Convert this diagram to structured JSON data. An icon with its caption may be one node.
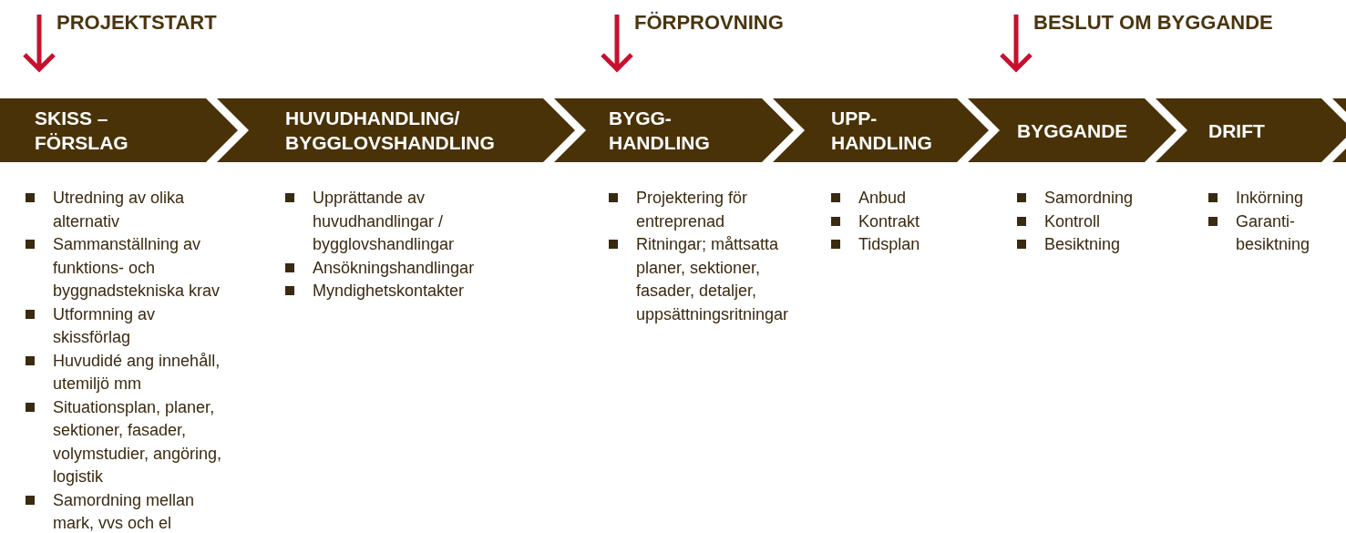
{
  "diagram": {
    "nodes": [
      {
        "text": [
          "PROJEKTSTART"
        ]
      },
      {
        "text": [
          "FÖRPROVNING"
        ]
      },
      {
        "text": [
          "BESLUT OM BYGGANDE"
        ]
      },
      {
        "text": [
          "SKISS – FÖRSLAG"
        ],
        "beside": [
          "Utredning av olika alternativ",
          "Sammanställning av funktions- och byggnadstekniska krav",
          "Utformning av skissförlag",
          "Huvudidé ang innehåll, utemiljö mm",
          "Situationsplan, planer, sektioner, fasader, volymstudier, angöring, logistik",
          "Samordning mellan mark, vvs och el"
        ]
      },
      {
        "text": [
          "HUVUDHANDLING/ BYGGLOVSHANDLING"
        ],
        "beside": [
          "Upprättande av huvudhandlingar / bygglovshandlingar",
          "Ansökningshandlingar",
          "Myndighetskontakter"
        ]
      },
      {
        "text": [
          "BYGG- HANDLING"
        ],
        "beside": [
          "Projektering för entreprenad",
          "Ritningar; måttsatta planer, sektioner, fasader, detaljer, uppsättningsritningar"
        ]
      },
      {
        "text": [
          "UPP- HANDLING"
        ],
        "beside": [
          "Anbud",
          "Kontrakt",
          "Tidsplan"
        ]
      },
      {
        "text": [
          "BYGGANDE"
        ],
        "beside": [
          "Samordning",
          "Kontroll",
          "Besiktning"
        ]
      },
      {
        "text": [
          "DRIFT"
        ],
        "beside": [
          "Inkörning",
          "Garanti- besiktning"
        ]
      },
      {
        "text": [],
        "shape": "chevron"
      }
    ]
  }
}
